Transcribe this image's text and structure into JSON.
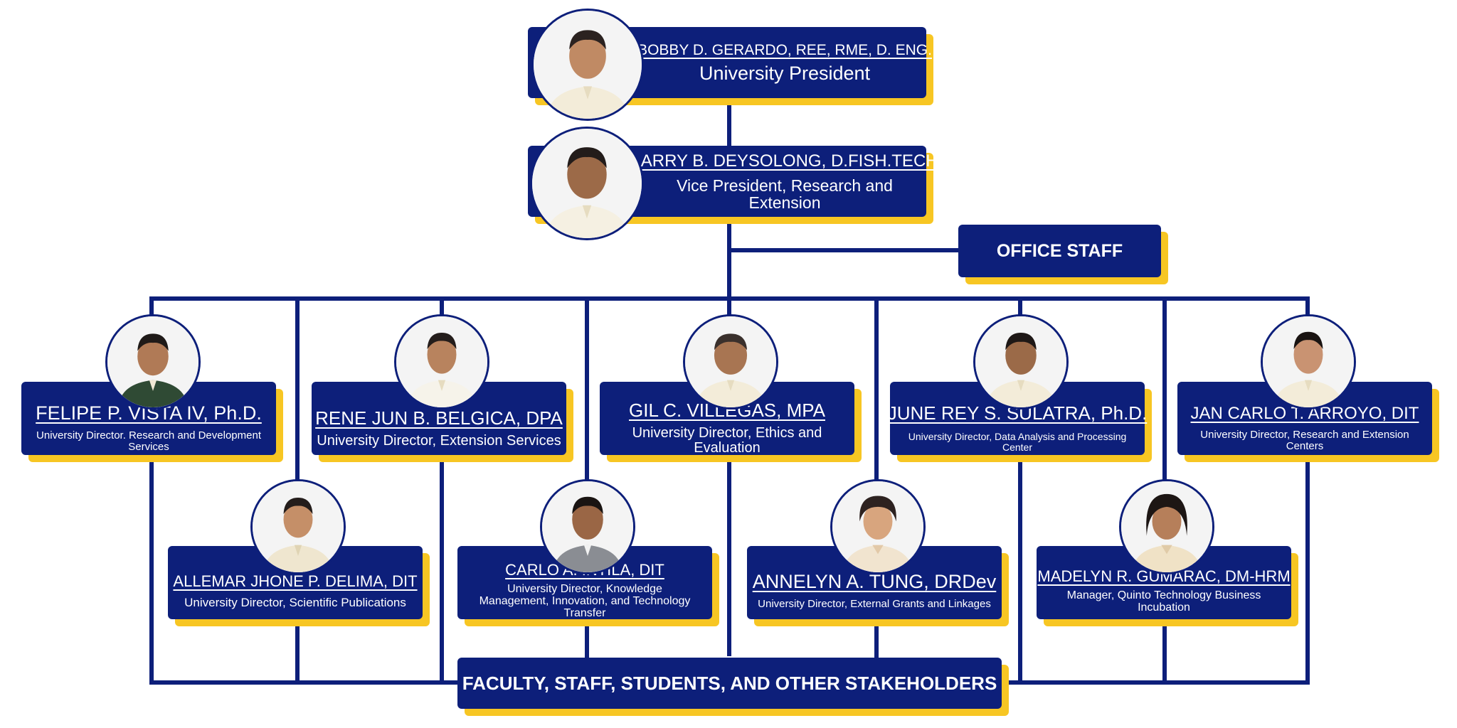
{
  "president": {
    "name": "BOBBY D. GERARDO, REE, RME, D. ENG.",
    "role": "University President"
  },
  "vice_president": {
    "name": "LARRY B. DEYSOLONG, D.FISH.TECH",
    "role": "Vice President, Research and Extension"
  },
  "office_staff": "OFFICE STAFF",
  "directors_top": [
    {
      "name": "FELIPE P. VISTA IV, Ph.D.",
      "role": "University Director. Research and Development Services"
    },
    {
      "name": "RENE JUN B. BELGICA, DPA",
      "role": "University Director, Extension Services"
    },
    {
      "name": "GIL C. VILLEGAS, MPA",
      "role": "University Director, Ethics and Evaluation"
    },
    {
      "name": "JUNE REY S. SULATRA, Ph.D.",
      "role": "University Director, Data Analysis and Processing Center"
    },
    {
      "name": "JAN CARLO T. ARROYO, DIT",
      "role": "University Director, Research and Extension Centers"
    }
  ],
  "directors_bottom": [
    {
      "name": "ALLEMAR JHONE P. DELIMA, DIT",
      "role": "University Director, Scientific Publications"
    },
    {
      "name": "CARLO A. INTILA, DIT",
      "role": "University Director, Knowledge Management, Innovation, and Technology Transfer"
    },
    {
      "name": "ANNELYN A. TUNG, DRDev",
      "role": "University Director, External Grants and Linkages"
    },
    {
      "name": "MADELYN R. GUMARAC, DM-HRM",
      "role": "Manager, Quinto Technology Business Incubation"
    }
  ],
  "stakeholders": "FACULTY, STAFF, STUDENTS, AND OTHER STAKEHOLDERS",
  "colors": {
    "navy": "#0d1f7a",
    "gold": "#f7c623"
  }
}
